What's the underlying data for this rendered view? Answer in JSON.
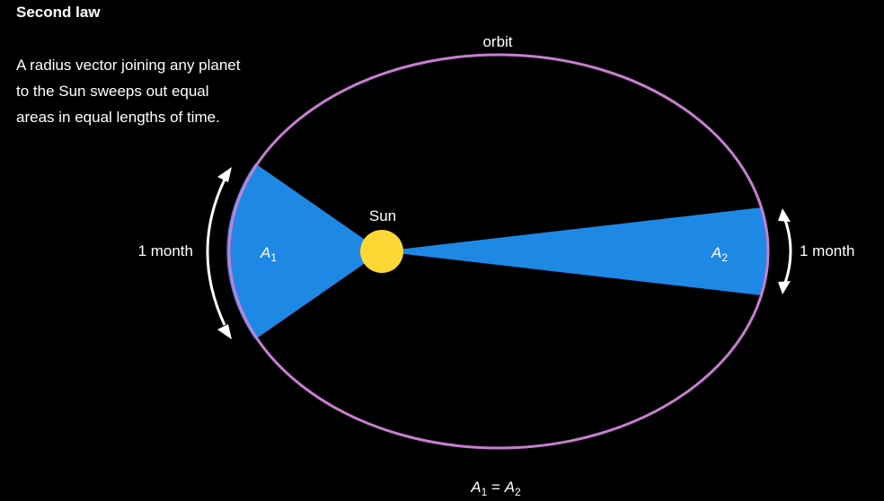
{
  "title": "Second law",
  "description": "A radius vector joining any planet to the Sun sweeps out equal areas in equal lengths of time.",
  "labels": {
    "orbit": "orbit",
    "sun": "Sun",
    "left_duration": "1 month",
    "right_duration": "1 month",
    "area1_base": "A",
    "area1_sub": "1",
    "area2_base": "A",
    "area2_sub": "2",
    "equation": {
      "left_base": "A",
      "left_sub": "1",
      "equals": " = ",
      "right_base": "A",
      "right_sub": "2"
    }
  },
  "colors": {
    "background": "#000000",
    "orbit": "#c77ed0",
    "sector": "#1e88e5",
    "sun": "#fdd835",
    "arrow": "#ffffff"
  }
}
